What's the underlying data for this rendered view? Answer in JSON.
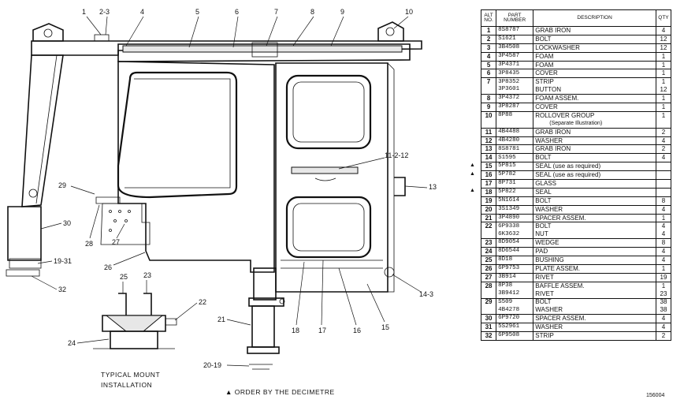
{
  "callouts": {
    "c1": "1",
    "c2_3": "2-3",
    "c4": "4",
    "c5": "5",
    "c6": "6",
    "c7": "7",
    "c8": "8",
    "c9": "9",
    "c10": "10",
    "c11_2_12": "11-2-12",
    "c13": "13",
    "c14_3": "14-3",
    "c15": "15",
    "c16": "16",
    "c17": "17",
    "c18": "18",
    "c19_31": "19-31",
    "c20_19": "20-19",
    "c21": "21",
    "c22": "22",
    "c23": "23",
    "c24": "24",
    "c25": "25",
    "c26": "26",
    "c27": "27",
    "c28": "28",
    "c29": "29",
    "c30": "30",
    "c32": "32"
  },
  "captions": {
    "typical_mount_l1": "TYPICAL MOUNT",
    "typical_mount_l2": "INSTALLATION",
    "order_note": "▲ ORDER BY THE DECIMETRE",
    "doc_code": "156004"
  },
  "table": {
    "headers": {
      "no": "ALT NO.",
      "part": "PART NUMBER",
      "desc": "DESCRIPTION",
      "qty": "QTY"
    },
    "rows": [
      {
        "no": "1",
        "part": "8S8787",
        "desc": "GRAB IRON",
        "qty": "4",
        "mark": ""
      },
      {
        "no": "2",
        "part": "S1621",
        "desc": "BOLT",
        "qty": "12",
        "mark": ""
      },
      {
        "no": "3",
        "part": "3B4508",
        "desc": "LOCKWASHER",
        "qty": "12",
        "mark": ""
      },
      {
        "no": "4",
        "part": "3P4587",
        "desc": "FOAM",
        "qty": "1",
        "mark": ""
      },
      {
        "no": "5",
        "part": "3P4371",
        "desc": "FOAM",
        "qty": "1",
        "mark": ""
      },
      {
        "no": "6",
        "part": "3P8435",
        "desc": "COVER",
        "qty": "1",
        "mark": ""
      },
      {
        "no": "7",
        "part": "3P8352",
        "desc": "STRIP",
        "qty": "1",
        "mark": ""
      },
      {
        "no": "",
        "part": "3P3601",
        "desc": "BUTTON",
        "qty": "12",
        "mark": ""
      },
      {
        "no": "8",
        "part": "3P4372",
        "desc": "FOAM ASSEM.",
        "qty": "1",
        "mark": ""
      },
      {
        "no": "9",
        "part": "3P8287",
        "desc": "COVER",
        "qty": "1",
        "mark": ""
      },
      {
        "no": "10",
        "part": "8P88",
        "desc": "ROLLOVER GROUP",
        "qty": "1",
        "mark": "",
        "note": "(Separate Illustration)"
      },
      {
        "no": "11",
        "part": "4B4488",
        "desc": "GRAB IRON",
        "qty": "2",
        "mark": ""
      },
      {
        "no": "12",
        "part": "4B4280",
        "desc": "WASHER",
        "qty": "4",
        "mark": ""
      },
      {
        "no": "13",
        "part": "8S8781",
        "desc": "GRAB IRON",
        "qty": "2",
        "mark": ""
      },
      {
        "no": "14",
        "part": "S1595",
        "desc": "BOLT",
        "qty": "4",
        "mark": ""
      },
      {
        "no": "15",
        "part": "5P815",
        "desc": "SEAL (use as required)",
        "qty": "",
        "mark": "▲"
      },
      {
        "no": "16",
        "part": "5P782",
        "desc": "SEAL (use as required)",
        "qty": "",
        "mark": "▲"
      },
      {
        "no": "17",
        "part": "8P731",
        "desc": "GLASS",
        "qty": "",
        "mark": ""
      },
      {
        "no": "18",
        "part": "5P822",
        "desc": "SEAL",
        "qty": "",
        "mark": "▲"
      },
      {
        "no": "19",
        "part": "5N1614",
        "desc": "BOLT",
        "qty": "8",
        "mark": ""
      },
      {
        "no": "20",
        "part": "3S1349",
        "desc": "WASHER",
        "qty": "4",
        "mark": ""
      },
      {
        "no": "21",
        "part": "3P4890",
        "desc": "SPACER ASSEM.",
        "qty": "1",
        "mark": ""
      },
      {
        "no": "22",
        "part": "6P9338",
        "desc": "BOLT",
        "qty": "4",
        "mark": ""
      },
      {
        "no": "",
        "part": "6K3632",
        "desc": "NUT",
        "qty": "4",
        "mark": ""
      },
      {
        "no": "23",
        "part": "8D9054",
        "desc": "WEDGE",
        "qty": "8",
        "mark": ""
      },
      {
        "no": "24",
        "part": "8D6544",
        "desc": "PAD",
        "qty": "4",
        "mark": ""
      },
      {
        "no": "25",
        "part": "8D18",
        "desc": "BUSHING",
        "qty": "4",
        "mark": ""
      },
      {
        "no": "26",
        "part": "6P9753",
        "desc": "PLATE ASSEM.",
        "qty": "1",
        "mark": ""
      },
      {
        "no": "27",
        "part": "3B914",
        "desc": "RIVET",
        "qty": "19",
        "mark": ""
      },
      {
        "no": "28",
        "part": "8P38",
        "desc": "BAFFLE ASSEM.",
        "qty": "1",
        "mark": ""
      },
      {
        "no": "",
        "part": "3B9412",
        "desc": "RIVET",
        "qty": "23",
        "mark": ""
      },
      {
        "no": "29",
        "part": "S509",
        "desc": "BOLT",
        "qty": "38",
        "mark": ""
      },
      {
        "no": "",
        "part": "4B4278",
        "desc": "WASHER",
        "qty": "38",
        "mark": ""
      },
      {
        "no": "30",
        "part": "6P9720",
        "desc": "SPACER ASSEM.",
        "qty": "4",
        "mark": ""
      },
      {
        "no": "31",
        "part": "5S2961",
        "desc": "WASHER",
        "qty": "4",
        "mark": ""
      },
      {
        "no": "32",
        "part": "6P9508",
        "desc": "STRIP",
        "qty": "2",
        "mark": ""
      }
    ]
  }
}
